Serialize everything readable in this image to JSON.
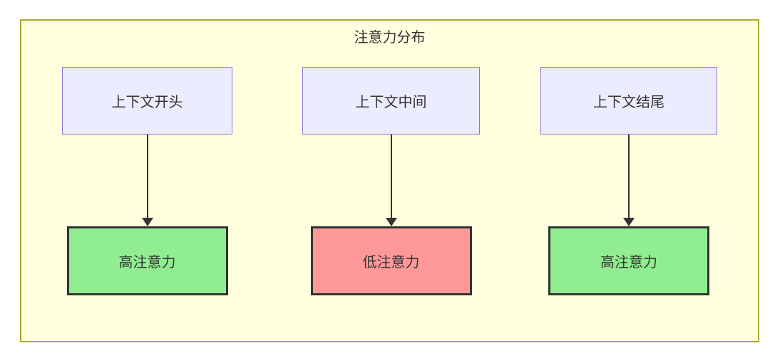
{
  "diagram": {
    "title": "注意力分布",
    "columns": [
      {
        "source": "上下文开头",
        "target": "高注意力",
        "attention_level": "high",
        "target_fill": "#90EE90"
      },
      {
        "source": "上下文中间",
        "target": "低注意力",
        "attention_level": "low",
        "target_fill": "#FF9999"
      },
      {
        "source": "上下文结尾",
        "target": "高注意力",
        "attention_level": "high",
        "target_fill": "#90EE90"
      }
    ],
    "colors": {
      "container_fill": "#FFFFDE",
      "container_border": "#AAAA33",
      "source_node_fill": "#ECECFF",
      "source_node_border": "#9370DB",
      "high_attention_fill": "#90EE90",
      "low_attention_fill": "#FF9999",
      "target_node_border": "#333333",
      "arrow_color": "#333333",
      "text_color": "#333333"
    }
  }
}
